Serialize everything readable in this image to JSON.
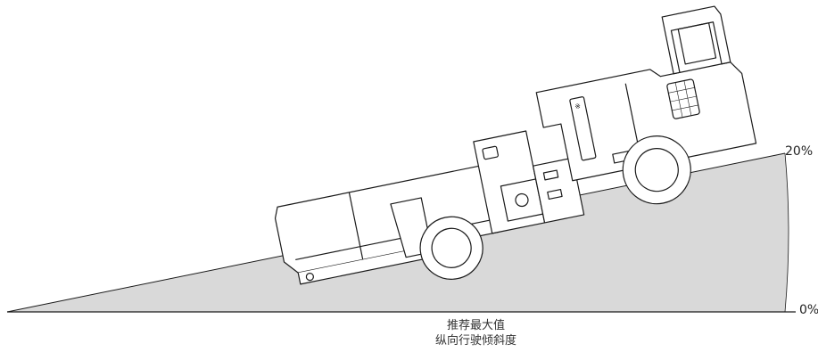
{
  "slope_diagram": {
    "max_label": "20%",
    "min_label": "0%",
    "caption_line1": "推荐最大值",
    "caption_line2": "纵向行驶倾斜度",
    "wedge_fill": "#d9d9d9",
    "line_color": "#1a1a1a",
    "vehicle_icon": "underground-mining-loader"
  }
}
